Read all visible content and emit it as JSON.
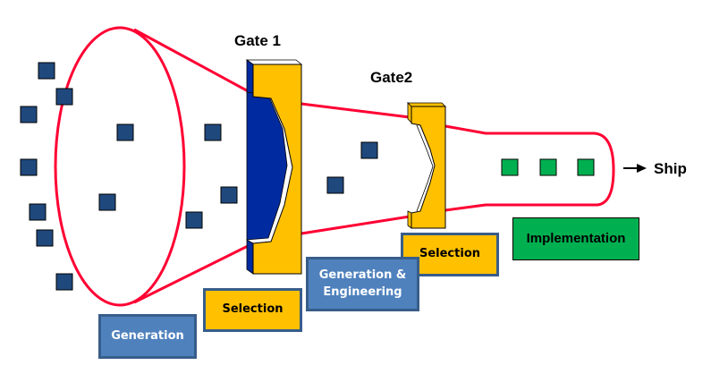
{
  "gates": [
    {
      "title": "Gate 1"
    },
    {
      "title": "Gate2"
    }
  ],
  "output_label": "Ship",
  "stages": [
    {
      "label": "Generation",
      "color": "#4f81bd"
    },
    {
      "label": "Selection",
      "color": "#ffc000"
    },
    {
      "label": "Generation & Engineering",
      "color": "#4f81bd"
    },
    {
      "label": "Selection",
      "color": "#ffc000"
    },
    {
      "label": "Implementation",
      "color": "#00b050"
    }
  ],
  "colors": {
    "funnel_outline": "#ff0033",
    "idea_square": "#1f497d",
    "gate_fill": "#ffc000",
    "gate_edge": "#002a9f",
    "final_square": "#00b050"
  },
  "items": {
    "ideas_count": 14,
    "final_count": 3
  }
}
